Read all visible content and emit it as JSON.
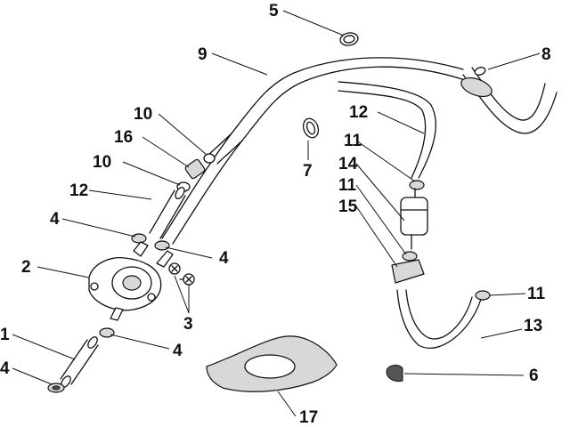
{
  "callouts": {
    "c5": "5",
    "c9": "9",
    "c8": "8",
    "c12_top": "12",
    "c10_top": "10",
    "c16": "16",
    "c10_mid": "10",
    "c7": "7",
    "c11_top": "11",
    "c14": "14",
    "c11_mid": "11",
    "c15": "15",
    "c12_left": "12",
    "c4_upper": "4",
    "c4_right": "4",
    "c2": "2",
    "c3": "3",
    "c1": "1",
    "c4_lower": "4",
    "c4_bottom": "4",
    "c11_right": "11",
    "c13": "13",
    "c6": "6",
    "c17": "17"
  },
  "colors": {
    "line": "#111111",
    "shade": "#d8d8d8",
    "background": "#ffffff"
  }
}
